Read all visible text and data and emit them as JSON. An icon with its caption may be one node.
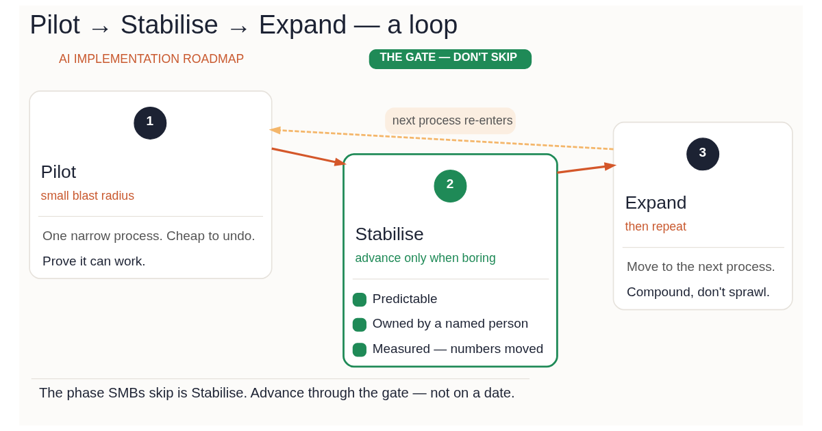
{
  "diagram": {
    "title": "Pilot → Stabilise → Expand — a loop",
    "caption": "The phase SMBs skip is Stabilise. Advance through the gate — not on a date.",
    "nodes": [
      {
        "text": [
          "Pilot",
          "small blast radius",
          "One narrow process. Cheap to undo.",
          "Prove it can work."
        ]
      },
      {
        "text": [
          "1"
        ],
        "in": 0
      },
      {
        "text": [
          "THE GATE — DON'T SKIP"
        ]
      },
      {
        "text": [
          "Stabilise",
          "advance only when boring",
          "Predictable",
          "Owned by a named person",
          "Measured — numbers moved"
        ]
      },
      {
        "text": [
          "2"
        ],
        "in": 3
      },
      {
        "text": [
          "Expand",
          "then repeat",
          "Move to the next process.",
          "Compound, don't sprawl."
        ]
      },
      {
        "text": [
          "3"
        ],
        "in": 5
      }
    ],
    "edges": [
      {
        "from": 0,
        "to": 3,
        "arrow": "to"
      },
      {
        "from": 3,
        "to": 5,
        "arrow": "to"
      },
      {
        "from": 5,
        "to": 0,
        "arrow": "to",
        "label": "next process re-enters",
        "style": "dashed",
        "color": "#f4b66a"
      }
    ],
    "labels": [
      "AI IMPLEMENTATION ROADMAP"
    ]
  }
}
